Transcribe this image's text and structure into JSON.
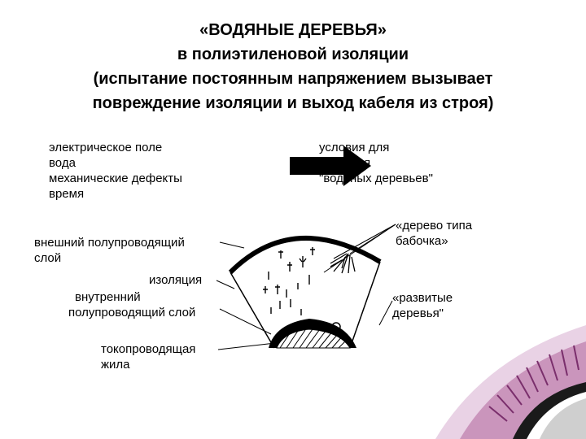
{
  "title": {
    "line1": "«ВОДЯНЫЕ ДЕРЕВЬЯ»",
    "line2": "в полиэтиленовой изоляции",
    "line3": "(испытание постоянным напряжением вызывает",
    "line4": "повреждение изоляции и выход кабеля из строя)"
  },
  "conditions": [
    "электрическое поле",
    "вода",
    "механические дефекты",
    "время"
  ],
  "result": [
    "условия для",
    "развития",
    "\"водяных деревьев\""
  ],
  "labels": {
    "outer_layer_1": "внешний  полупроводящий",
    "outer_layer_2": "слой",
    "insulation": "изоляция",
    "inner_layer_1": "внутренний",
    "inner_layer_2": "полупроводящий слой",
    "conductor_1": "токопроводящая",
    "conductor_2": "жила",
    "butterfly_1": "«дерево типа",
    "butterfly_2": "бабочка»",
    "vented_1": "«развитые",
    "vented_2": "деревья\""
  },
  "colors": {
    "photo_purple": "#b0639a",
    "photo_light": "#e9d2e5",
    "arrow": "#000000"
  }
}
